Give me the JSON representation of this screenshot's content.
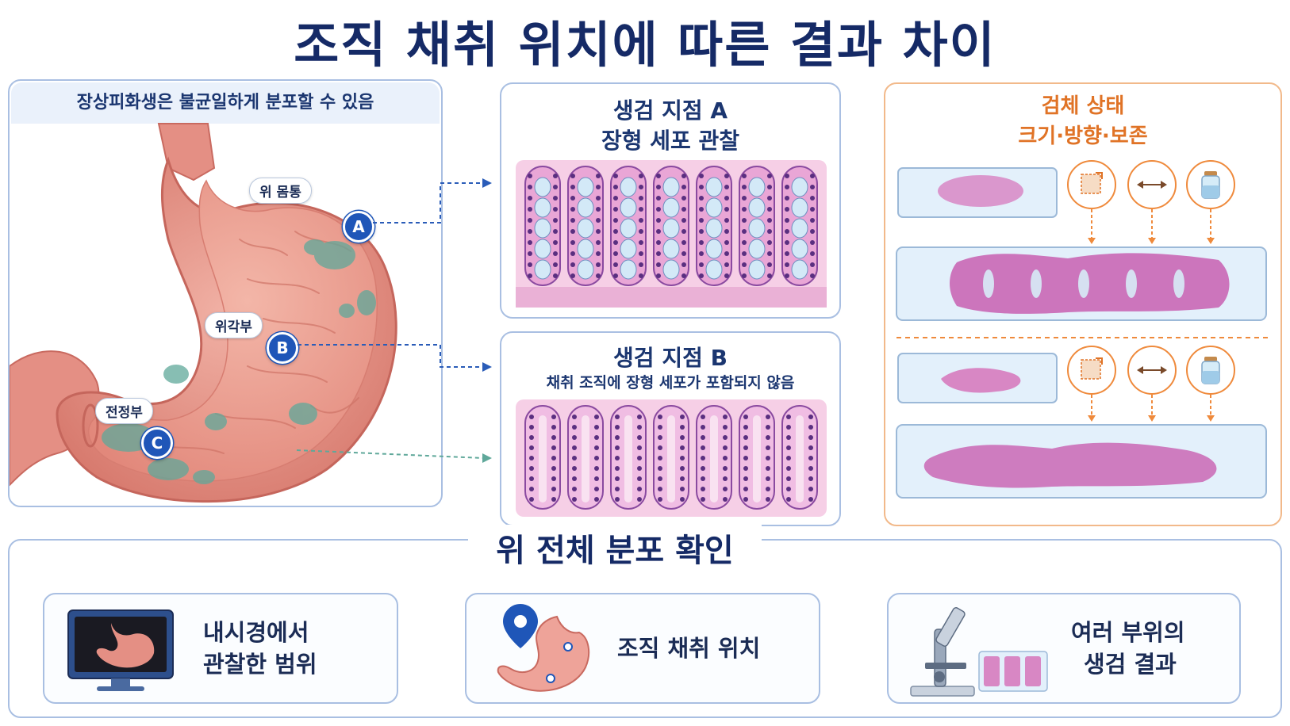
{
  "title": "조직 채취 위치에 따른 결과 차이",
  "left_panel": {
    "header": "장상피화생은 불균일하게 분포할 수 있음",
    "labels": {
      "body": "위 몸통",
      "angle": "위각부",
      "antrum": "전정부"
    },
    "markers": {
      "a": "A",
      "b": "B",
      "c": "C"
    }
  },
  "biopsy_a": {
    "title": "생검 지점 A",
    "subtitle": "장형 세포 관찰"
  },
  "biopsy_b": {
    "title": "생검 지점 B",
    "subtitle": "채취 조직에 장형 세포가 포함되지 않음"
  },
  "specimen": {
    "title": "검체 상태",
    "subtitle": "크기·방향·보존",
    "icons": [
      "size-icon",
      "orientation-icon",
      "preservation-icon"
    ]
  },
  "bottom": {
    "title": "위 전체 분포 확인",
    "cards": [
      {
        "line1": "내시경에서",
        "line2": "관찰한 범위",
        "icon": "endoscope-monitor-icon"
      },
      {
        "line1": "조직 채취 위치",
        "icon": "stomach-location-pin-icon"
      },
      {
        "line1": "여러 부위의",
        "line2": "생검 결과",
        "icon": "microscope-icon"
      }
    ]
  },
  "colors": {
    "navy": "#152a66",
    "accent_blue": "#1f56b8",
    "orange": "#e07326",
    "tissue_pink": "#e9a6d6",
    "goblet_cell": "#d3e9f7",
    "metaplasia_green": "#5fa89a"
  }
}
